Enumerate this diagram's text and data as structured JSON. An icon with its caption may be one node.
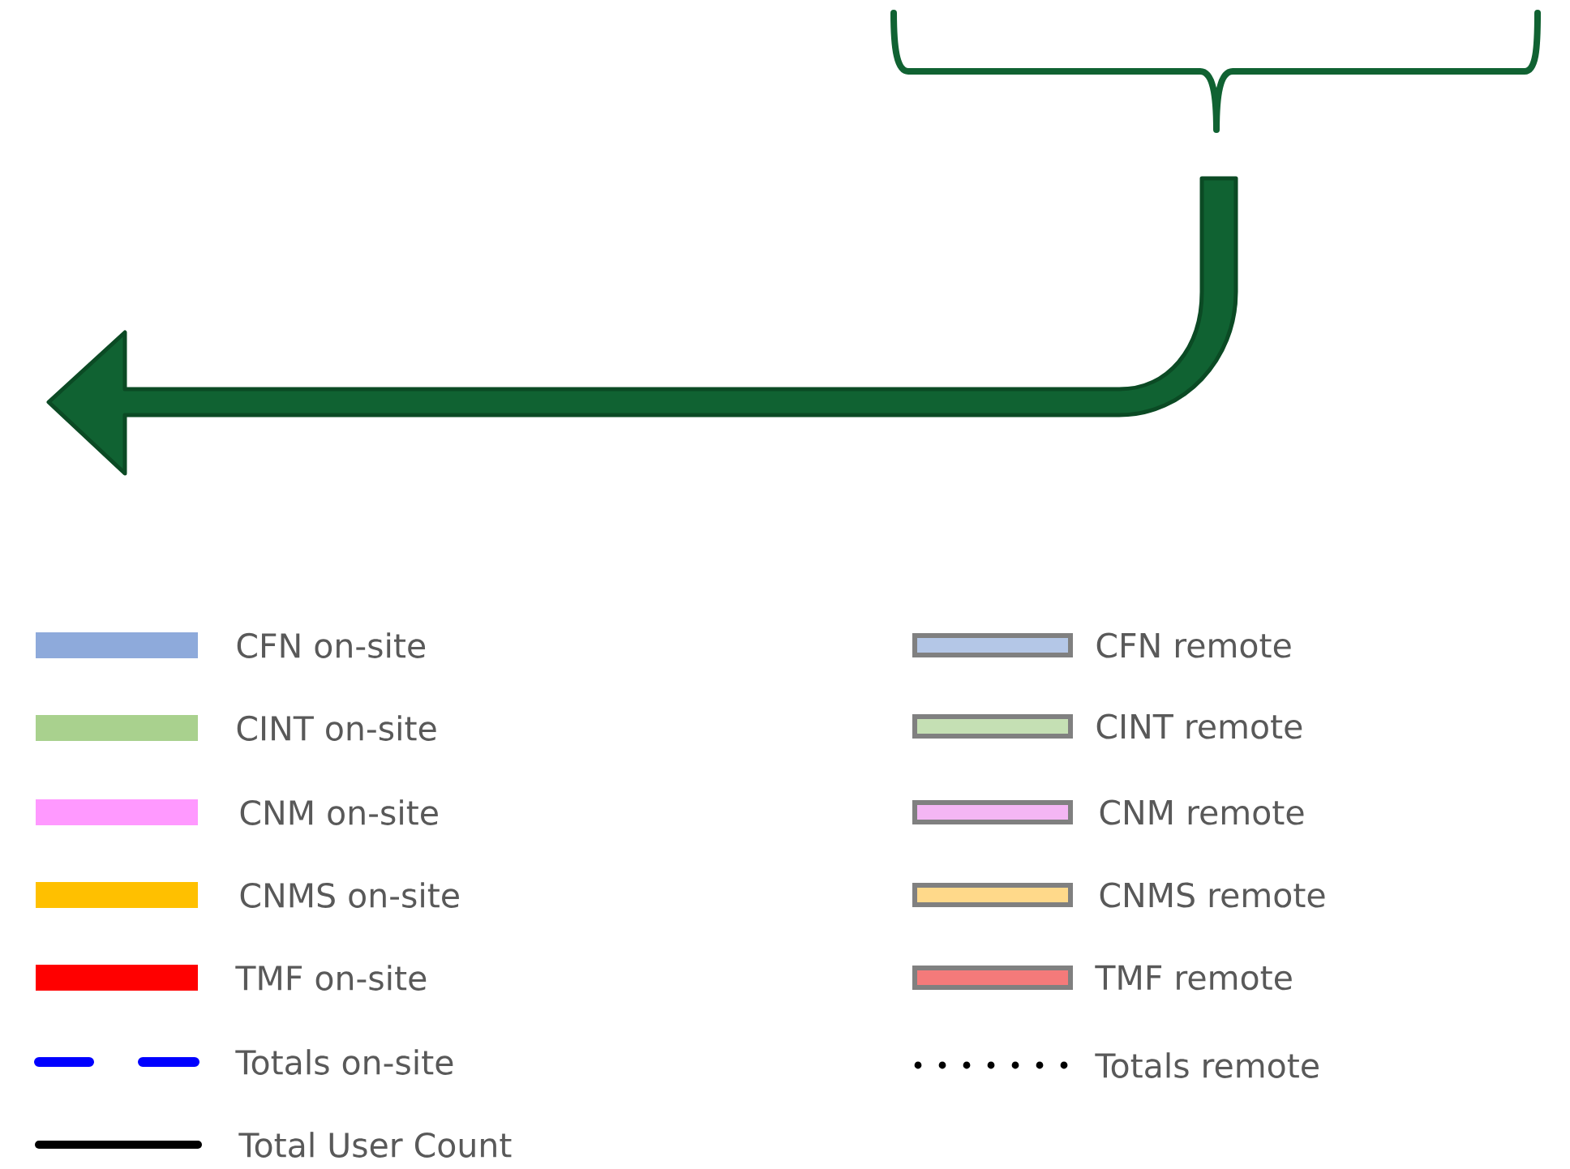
{
  "diagram": {
    "legend": [
      {
        "text": "CFN on-site",
        "color": "#8eaadb"
      },
      {
        "text": "CFN remote",
        "color": "#b4c7e7"
      },
      {
        "text": "CINT on-site",
        "color": "#a9d18e"
      },
      {
        "text": "CINT remote",
        "color": "#c5e0b4"
      },
      {
        "text": "CNM on-site",
        "color": "#ff99ff"
      },
      {
        "text": "CNM remote",
        "color": "#f4b6f4"
      },
      {
        "text": "CNMS on-site",
        "color": "#ffc000"
      },
      {
        "text": "CNMS remote",
        "color": "#ffd98a"
      },
      {
        "text": "TMF on-site",
        "color": "#ff0000"
      },
      {
        "text": "TMF remote",
        "color": "#f47a7a"
      },
      {
        "text": "Totals on-site"
      },
      {
        "text": "Totals remote"
      },
      {
        "text": "Total User Count"
      }
    ]
  }
}
